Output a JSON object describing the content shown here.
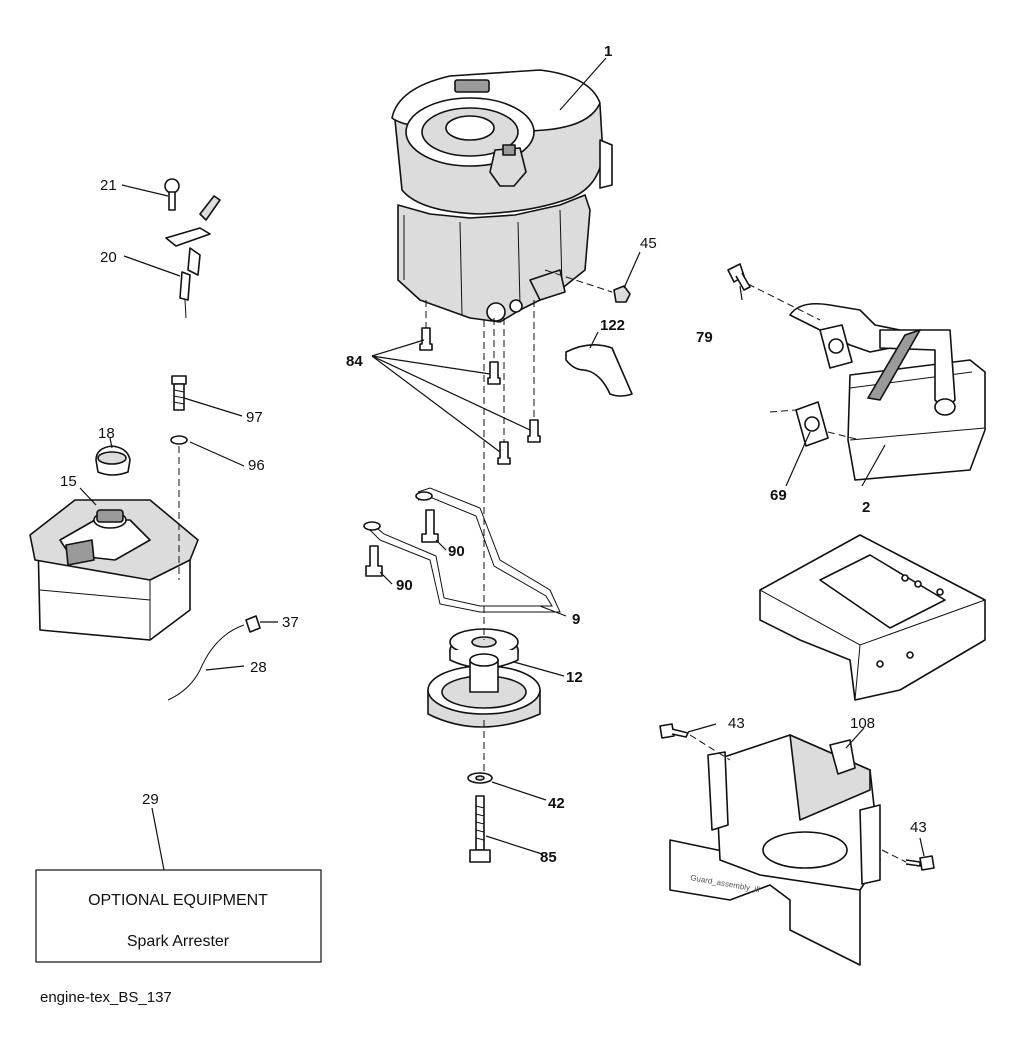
{
  "callouts": {
    "c1": "1",
    "c2": "2",
    "c9": "9",
    "c12": "12",
    "c15": "15",
    "c18": "18",
    "c20": "20",
    "c21": "21",
    "c28": "28",
    "c29": "29",
    "c37": "37",
    "c42": "42",
    "c43a": "43",
    "c43b": "43",
    "c45": "45",
    "c69": "69",
    "c79": "79",
    "c84": "84",
    "c85": "85",
    "c90a": "90",
    "c90b": "90",
    "c96": "96",
    "c97": "97",
    "c108": "108",
    "c122": "122"
  },
  "optional_box": {
    "heading": "OPTIONAL EQUIPMENT",
    "item": "Spark Arrester"
  },
  "drawing_id": "engine-tex_BS_137",
  "shield_stamp": "Guard_assembly_ill"
}
